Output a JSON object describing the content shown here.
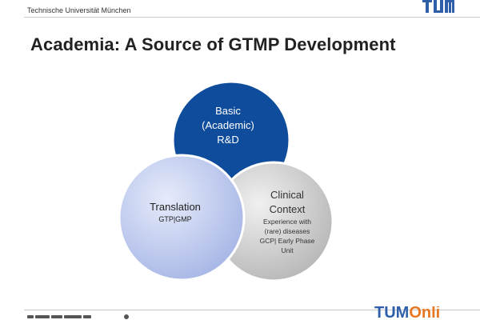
{
  "header": {
    "institution": "Technische Universität München",
    "logo_icon": "tum-logo-icon"
  },
  "title": "Academia: A Source of GTMP Development",
  "diagram": {
    "type": "venn",
    "circles": [
      {
        "id": "basic",
        "lines": [
          "Basic",
          "(Academic)",
          "R&D"
        ],
        "fill": "#0f4c9c",
        "text_color": "#ffffff"
      },
      {
        "id": "translation",
        "lines": [
          "Translation"
        ],
        "sublines": [
          "GTP|GMP"
        ],
        "fill_light": "#e6ebfa",
        "fill_dark": "#a7b6e6",
        "text_color": "#222222"
      },
      {
        "id": "clinical",
        "lines": [
          "Clinical",
          "Context"
        ],
        "sublines": [
          "Experience with",
          "(rare) diseases",
          "GCP| Early Phase",
          "Unit"
        ],
        "fill_light": "#f0f0f0",
        "fill_dark": "#b7b7b7",
        "text_color": "#333333"
      }
    ]
  },
  "footer": {
    "logo_main": "TUM",
    "logo_suffix": "Onli",
    "left_icon": "footer-text-icon"
  }
}
